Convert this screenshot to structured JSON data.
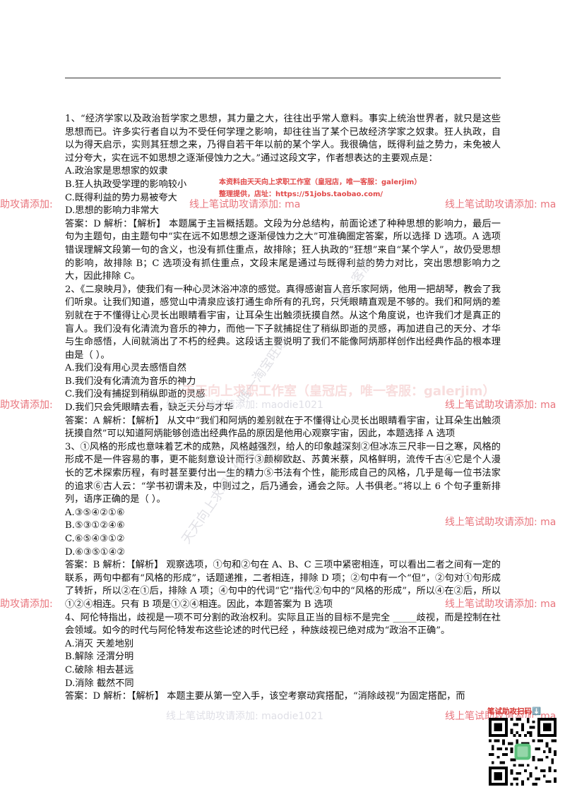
{
  "watermarks": {
    "notice_line1": "本资料由天天向上求职工作室（皇冠店，唯一客服：galerjim）",
    "notice_line2": "整理提供，店址：https://51jobs.taobao.com/",
    "left_edge": "助攻请添加:",
    "right_edge": "线上笔试助攻请添加: ma",
    "center_row": "线上笔试助攻请添加: maodie1021",
    "center_big": "天天向上求职工作室（皇冠店，唯一客服：galerjim）",
    "diagonal_1": "天天向上求职工作室",
    "diagonal_2": "唯一淘宝旺旺",
    "diagonal_3": "唯一客服"
  },
  "q1": {
    "stem": "1、“经济学家以及政治哲学家之思想，其力量之大，往往出乎常人意料。事实上统治世界者，就只是这些思想而已。许多实行者自以为不受任何学理之影响，却往往当了某个已故经济学家之奴隶。狂人执政，自以为得天启示，实则其狂想之来，乃得自若干年以前的某个学人。我很确信，既得利益之势力，未免被人过分夸大，实在远不如思想之逐渐侵蚀力之大。”通过这段文字，作者想表达的主要观点是：",
    "options": [
      "A.政治家是思想家的奴隶",
      "B.狂人执政受学理的影响较小",
      "C.既得利益的势力易被夸大",
      "D.思想的影响力非常大"
    ],
    "answer": "答案：D 解析：【解析】 本题属于主旨概括题。文段为分总结构，前面论述了种种思想的影响力，最后一句为主题句，由主题句中“实在远不如思想之逐渐侵蚀力之大”可准确圈定答案，所以选择 D 选项。A 选项错误理解文段第一句的含义，也没有抓住重点，故排除；狂人执政的“狂想”来自“某个学人”，故仍受思想的影响，故排除 B；C 选项没有抓住重点，文段末尾是通过与既得利益的势力对比，突出思想影响力之大，因此排除 C。"
  },
  "q2": {
    "stem": "2、《二泉映月》，使我们有一种心灵沐浴冲凉的感觉。真得感谢盲人音乐家阿炳，他用一把胡琴，教会了我们听泉。让我们知道，感觉山中清泉应该打通生命所有的孔窍，只凭眼睛直观是不够的。我们和阿炳的差别就在于不懂得让心灵长出眼睛看宇宙，让耳朵生出触须抚摸自然。从这个角度说，也许我们才是真正的盲人。我们没有化清流为音乐的神力，而他一下子就捕捉住了稍纵即逝的灵感，再加进自己的天分、才华与生命感悟，人间就淌出了不朽的经典。这段话主要说明了我们不能像阿炳那样创作出经典作品的根本理由是（ ）。",
    "options": [
      "A.我们没有用心灵去感悟自然",
      "B.我们没有化清流为音乐的神力",
      "C.我们没有捕捉到稍纵即逝的灵感",
      "D.我们只会凭眼睛去看，缺乏天分与才华"
    ],
    "answer": "答案：A 解析：【解析】 从文中“我们和阿炳的差别就在于不懂得让心灵长出眼睛看宇宙，让耳朵生出触须抚摸自然”可以知道阿炳能够创造出经典作品的原因是他用心观察宇宙，因此，本题选择 A 选项"
  },
  "q3": {
    "stem": "3、①风格的形成也意味着艺术的成熟，风格越强烈，给人的印象越深刻②但冰冻三尺非一日之寒，风格的形成不是一件容易的事，更不能刻意设计而行③颜柳欧赵、苏黄米蔡，风格鲜明，流传千古④它是个人漫长的艺术探索历程，有时甚至要付出一生的精力⑤书法有个性，能形成自己的风格，几乎是每一位书法家的追求⑥古人云：“学书初谓未及，中则过之，后乃通会，通会之际。人书俱老。”将以上 6 个句子重新排列，语序正确的是（ ）。",
    "options": [
      "A.③⑤④②①⑥",
      "B.⑤③①②④⑥",
      "C.⑥⑤④③①②",
      "D.⑥③⑤①④②"
    ],
    "answer": "答案：B 解析：【解析】 观察选项，①句和②句在 A、B、C 三项中紧密相连，可以看出二者之间有一定的联系，两句中都有“风格的形成”，话题递推，二者相连，排除 D 项；②句中有一个“但”，②句对①句形成了转折，所以②在①后，排除 A 项；④句中的代词“它”指代②句中的“风格的形成”，所以④在②后，所以①②④相连。只有 B 项是①②④相连。因此，本题答案为 B 选项"
  },
  "q4": {
    "stem": "4、阿伦特指出，歧视是一项不可分割的政治权利。实际且正当的目标不是完全 _____歧视，而是控制在社会领域。如今的时代与阿伦特发布这些论述的时代已经 ，种族歧视已绝对成为“政治不正确”。",
    "options": [
      "A.消灭 天差地别",
      "B.解除 泾渭分明",
      "C.破除 相去甚远",
      "D.消除 截然不同"
    ],
    "answer": "答案：D 解析：【解析】 本题主要从第一空入手，该空考察动宾搭配，“消除歧视”为固定搭配，而"
  },
  "qr": {
    "label": "笔试助攻扫码⬇️"
  }
}
